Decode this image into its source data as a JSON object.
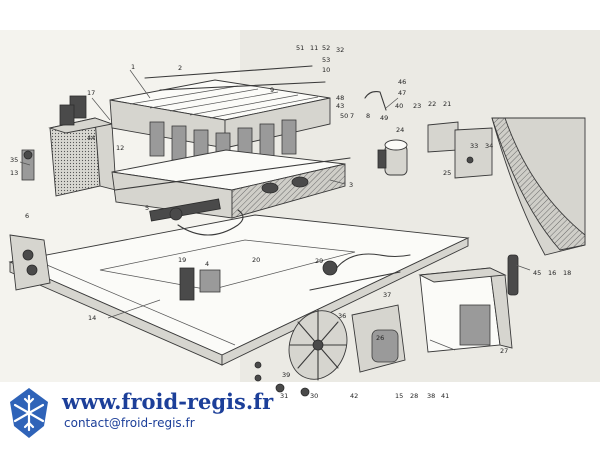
{
  "brand": {
    "url": "www.froid-regis.fr",
    "contact": "contact@froid-regis.fr",
    "colors": {
      "brand_blue": "#1c3f99",
      "snowflake_blue": "#2f63b8"
    },
    "logo_icon": "snowflake-icon"
  },
  "callouts": [
    "1",
    "2",
    "3",
    "4",
    "5",
    "6",
    "7",
    "8",
    "9",
    "10",
    "11",
    "12",
    "13",
    "14",
    "15",
    "16",
    "17",
    "18",
    "19",
    "20",
    "21",
    "22",
    "23",
    "24",
    "25",
    "26",
    "27",
    "28",
    "29",
    "30",
    "31",
    "32",
    "33",
    "34",
    "35",
    "36",
    "37",
    "38",
    "39",
    "40",
    "41",
    "42",
    "43",
    "44",
    "45",
    "46",
    "47",
    "48",
    "49",
    "50",
    "51",
    "52",
    "53"
  ]
}
